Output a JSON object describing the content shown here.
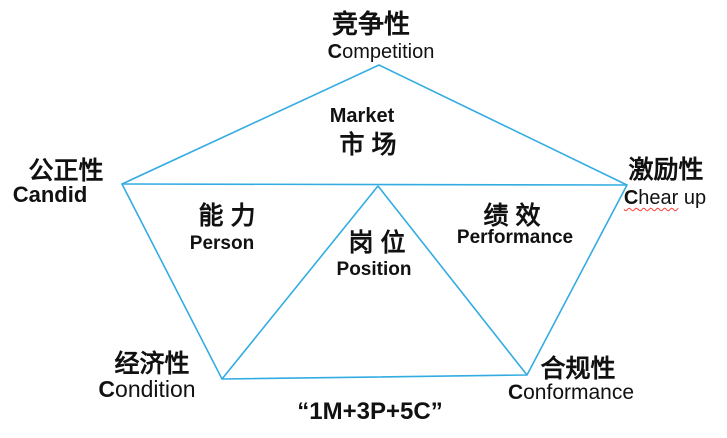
{
  "colors": {
    "accent": "#33ace2",
    "spellcheck": "#ff3b30",
    "text": "#111111"
  },
  "labels": {
    "competition": {
      "zh": "竞争性",
      "en_lead": "C",
      "en_rest": "ompetition"
    },
    "candid": {
      "zh": "公正性",
      "en": "Candid"
    },
    "cheer_up": {
      "zh": "激励性",
      "en_lead": "C",
      "en_misspelled_rest": "hear",
      "en_tail": " up"
    },
    "condition": {
      "zh": "经济性",
      "en_lead": "C",
      "en_rest": "ondition"
    },
    "conformance": {
      "zh": "合规性",
      "en_lead": "C",
      "en_rest": "onformance"
    },
    "market": {
      "en": "Market",
      "zh": "市 场"
    },
    "person": {
      "zh": "能 力",
      "en": "Person"
    },
    "position": {
      "zh": "岗 位",
      "en": "Position"
    },
    "performance": {
      "zh": "绩 效",
      "en": "Performance"
    }
  },
  "formula": "“1M+3P+5C”"
}
